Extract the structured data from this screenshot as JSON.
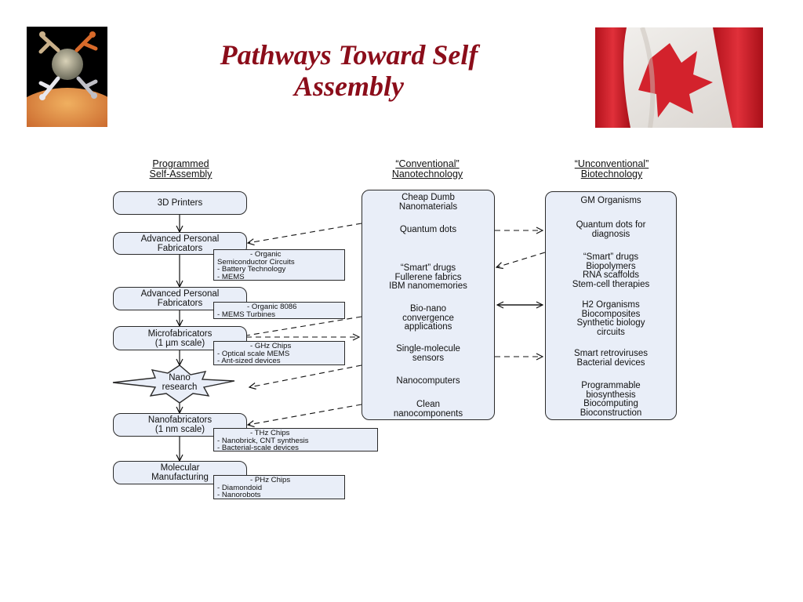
{
  "title": {
    "line1": "Pathways Toward Self",
    "line2": "Assembly"
  },
  "images": {
    "left": "globe-figures-logo",
    "right": "canada-flag-photo"
  },
  "headers": {
    "left": {
      "line1": "Programmed",
      "line2": "Self-Assembly"
    },
    "middle": {
      "line1": "“Conventional”",
      "line2": "Nanotechnology"
    },
    "right": {
      "line1": "“Unconventional”",
      "line2": "Biotechnology"
    }
  },
  "left_column": {
    "printers": "3D Printers",
    "apf1": {
      "line1": "Advanced Personal",
      "line2": "Fabricators"
    },
    "apf1_notes": [
      "- Organic",
      "Semiconductor Circuits",
      "- Battery Technology",
      "- MEMS"
    ],
    "apf2": {
      "line1": "Advanced Personal",
      "line2": "Fabricators"
    },
    "apf2_notes": [
      "- Organic 8086",
      "- MEMS Turbines"
    ],
    "micro": {
      "line1": "Microfabricators",
      "line2": "(1 µm scale)"
    },
    "micro_notes": [
      "- GHz Chips",
      "- Optical scale MEMS",
      "- Ant-sized devices"
    ],
    "nano_research": {
      "line1": "Nano",
      "line2": "research"
    },
    "nanofab": {
      "line1": "Nanofabricators",
      "line2": "(1 nm scale)"
    },
    "nanofab_notes": [
      "- THz Chips",
      "- Nanobrick, CNT synthesis",
      "- Bacterial-scale devices"
    ],
    "molecular": {
      "line1": "Molecular",
      "line2": "Manufacturing"
    },
    "molecular_notes": [
      "- PHz Chips",
      "- Diamondoid",
      "- Nanorobots"
    ]
  },
  "middle_column": {
    "items": [
      [
        "Cheap Dumb",
        "Nanomaterials"
      ],
      [
        "Quantum dots"
      ],
      [
        "“Smart” drugs",
        "Fullerene fabrics",
        "IBM nanomemories"
      ],
      [
        "Bio-nano",
        "convergence",
        "applications"
      ],
      [
        "Single-molecule",
        "sensors"
      ],
      [
        "Nanocomputers"
      ],
      [
        "Clean",
        "nanocomponents"
      ]
    ]
  },
  "right_column": {
    "items": [
      [
        "GM Organisms"
      ],
      [
        "Quantum dots for",
        "diagnosis"
      ],
      [
        "“Smart” drugs",
        "Biopolymers",
        "RNA scaffolds",
        "Stem-cell therapies"
      ],
      [
        "H2 Organisms",
        "Biocomposites",
        "Synthetic biology",
        "circuits"
      ],
      [
        "Smart retroviruses",
        "Bacterial devices"
      ],
      [
        "Programmable",
        "biosynthesis",
        "Biocomputing",
        "Bioconstruction"
      ]
    ]
  },
  "colors": {
    "title": "#8b0d1a",
    "box_fill": "#e9eef8",
    "stroke": "#2a2a2a"
  }
}
